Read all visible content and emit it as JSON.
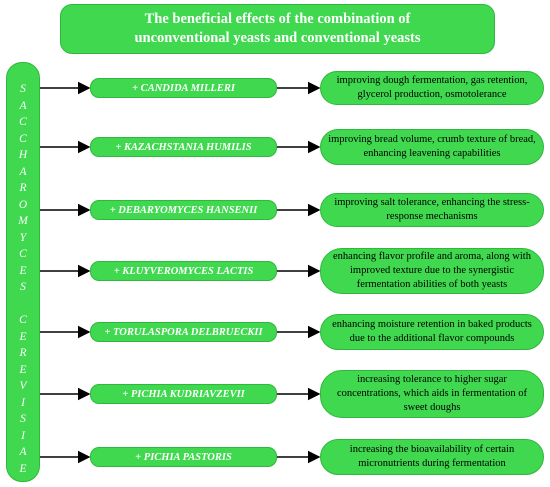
{
  "title": {
    "line1": "The beneficial effects of the combination of",
    "line2": "unconventional yeasts and conventional yeasts"
  },
  "main_yeast_letters": [
    "S",
    "A",
    "C",
    "C",
    "H",
    "A",
    "R",
    "O",
    "M",
    "Y",
    "C",
    "E",
    "S",
    "",
    "C",
    "E",
    "R",
    "E",
    "V",
    "I",
    "S",
    "I",
    "A",
    "E"
  ],
  "rows": [
    {
      "yeast": "+ CANDIDA MILLERI",
      "effect": "improving dough fermentation, gas retention, glycerol production, osmotolerance"
    },
    {
      "yeast": "+ KAZACHSTANIA HUMILIS",
      "effect": "improving bread volume, crumb texture of bread, enhancing leavening capabilities"
    },
    {
      "yeast": "+ DEBARYOMYCES HANSENII",
      "effect": "improving salt tolerance, enhancing the stress-response mechanisms"
    },
    {
      "yeast": "+ KLUYVEROMYCES LACTIS",
      "effect": "enhancing flavor profile and aroma, along with improved texture due to the synergistic fermentation abilities of both yeasts"
    },
    {
      "yeast": "+ TORULASPORA DELBRUECKII",
      "effect": "enhancing moisture retention in baked products due to the additional flavor compounds"
    },
    {
      "yeast": "+ PICHIA KUDRIAVZEVII",
      "effect": "increasing tolerance to higher sugar concentrations, which aids in fermentation of sweet doughs"
    },
    {
      "yeast": "+ PICHIA PASTORIS",
      "effect": "increasing the bioavailability of certain micronutrients during fermentation"
    }
  ],
  "colors": {
    "box_fill": "#3fd84f",
    "box_border": "#2fb83e",
    "arrow": "#000000",
    "title_text": "#ffffff"
  }
}
